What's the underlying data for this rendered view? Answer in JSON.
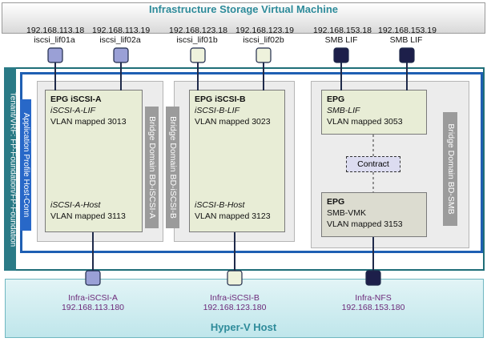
{
  "infra_vm": {
    "title": "Infrastructure Storage Virtual Machine",
    "lifs": [
      {
        "ip": "192.168.113.18",
        "name": "iscsi_lif01a",
        "color": "#9aa0d6"
      },
      {
        "ip": "192.168.113.19",
        "name": "iscsi_lif02a",
        "color": "#9aa0d6"
      },
      {
        "ip": "192.168.123.18",
        "name": "iscsi_lif01b",
        "color": "#eef2dc"
      },
      {
        "ip": "192.168.123.19",
        "name": "iscsi_lif02b",
        "color": "#eef2dc"
      },
      {
        "ip": "192.168.153.18",
        "name": "SMB LIF",
        "color": "#1d1f4a"
      },
      {
        "ip": "192.168.153.19",
        "name": "SMB LIF",
        "color": "#1d1f4a"
      }
    ]
  },
  "tenant": {
    "label": "Tenant/VRF:  FP-Foundation/FP-Foundation"
  },
  "app_profile": {
    "label": "Application Profile Host-Conn"
  },
  "bridge_domains": [
    {
      "label": "Bridge Domain BD-iSCSI-A"
    },
    {
      "label": "Bridge Domain BD-iSCSI-B"
    },
    {
      "label": "Bridge Domain BD-SMB"
    }
  ],
  "epgs": {
    "iscsi_a": {
      "title": "EPG iSCSI-A",
      "lif": "iSCSI-A-LIF",
      "lif_vlan": "VLAN mapped 3013",
      "host": "iSCSI-A-Host",
      "host_vlan": "VLAN mapped 3113"
    },
    "iscsi_b": {
      "title": "EPG iSCSI-B",
      "lif": "iSCSI-B-LIF",
      "lif_vlan": "VLAN mapped 3023",
      "host": "iSCSI-B-Host",
      "host_vlan": "VLAN mapped 3123"
    },
    "smb_lif": {
      "title": "EPG",
      "lif": "SMB-LIF",
      "lif_vlan": "VLAN mapped 3053"
    },
    "smb_vmk": {
      "title": "EPG",
      "host": "SMB-VMK",
      "host_vlan": "VLAN mapped 3153"
    }
  },
  "contract": {
    "label": "Contract"
  },
  "hyperv": {
    "title": "Hyper-V Host",
    "ports": [
      {
        "name": "Infra-iSCSI-A",
        "ip": "192.168.113.180",
        "color": "#9aa0d6"
      },
      {
        "name": "Infra-iSCSI-B",
        "ip": "192.168.123.180",
        "color": "#eef2dc"
      },
      {
        "name": "Infra-NFS",
        "ip": "192.168.153.180",
        "color": "#1d1f4a"
      }
    ]
  },
  "colors": {
    "teal": "#2e8b9a",
    "tenant_border": "#1f6e78",
    "app_profile": "#1f5fb3",
    "host_text": "#6d2a7a"
  }
}
